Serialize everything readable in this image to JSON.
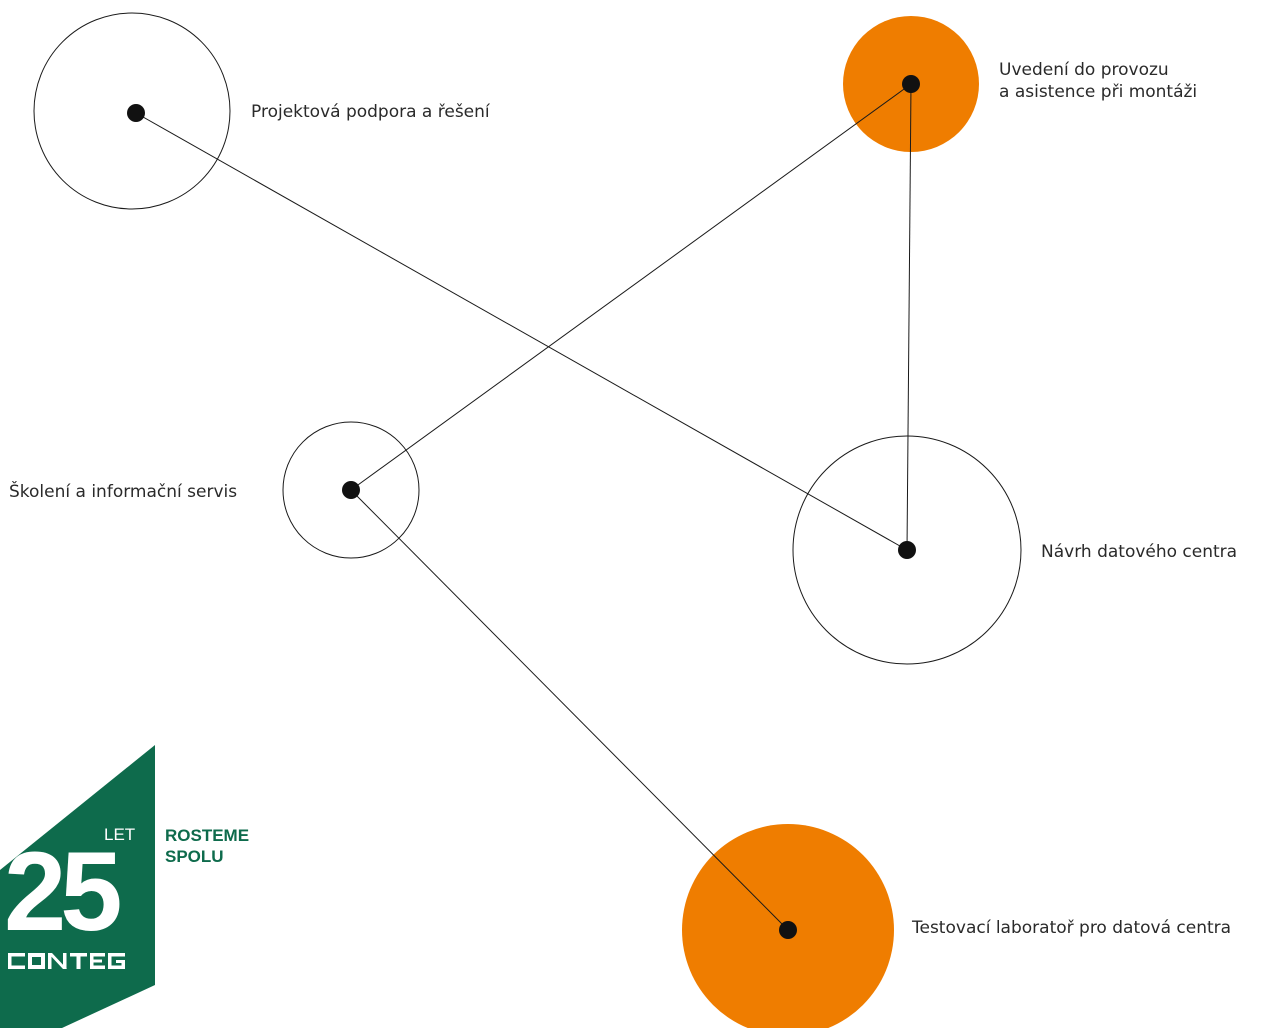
{
  "colors": {
    "accent_orange": "#ef7d00",
    "brand_green": "#0e6b4c",
    "line": "#1a1a1a",
    "dot": "#111111"
  },
  "nodes": [
    {
      "id": "projektova-podpora",
      "lines": [
        "Projektová podpora a řešení"
      ],
      "filled": false
    },
    {
      "id": "uvedeni-do-provozu",
      "lines": [
        "Uvedení do provozu",
        "a asistence při montáži"
      ],
      "filled": true
    },
    {
      "id": "skoleni",
      "lines": [
        "Školení a informační servis"
      ],
      "filled": false
    },
    {
      "id": "navrh-dc",
      "lines": [
        "Návrh datového centra"
      ],
      "filled": false
    },
    {
      "id": "testovaci-laborator",
      "lines": [
        "Testovací laboratoř pro datová centra"
      ],
      "filled": true
    }
  ],
  "connections": [
    [
      "projektova-podpora",
      "navrh-dc"
    ],
    [
      "uvedeni-do-provozu",
      "navrh-dc"
    ],
    [
      "uvedeni-do-provozu",
      "skoleni"
    ],
    [
      "skoleni",
      "testovaci-laborator"
    ]
  ],
  "logo": {
    "let": "LET",
    "number": "25",
    "brand": "CONTEG",
    "tagline_lines": [
      "ROSTEME",
      "SPOLU"
    ]
  }
}
